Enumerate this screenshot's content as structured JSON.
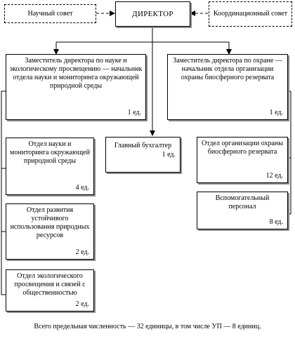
{
  "diagram": {
    "director": "ДИРЕКТОР",
    "scientific_council": "Научный совет",
    "coordination_council": "Координационный совет",
    "deputy_science": {
      "title": "Заместитель директора по науке и экологическому просвещению — начальник отдела науки и мониторинга окружающей природной среды",
      "count": "1 ед."
    },
    "deputy_protection": {
      "title": "Заместитель директора по охране — начальник отдела организации охраны биосферного резервата",
      "count": "1 ед."
    },
    "chief_accountant": {
      "title": "Главный бухгалтер",
      "count": "1 ед."
    },
    "dept_science": {
      "title": "Отдел науки и мониторинга окружающей природной среды",
      "count": "4 ед."
    },
    "dept_sustainable": {
      "title": "Отдел развития устойчивого использования природных ресурсов",
      "count": "2 ед."
    },
    "dept_education": {
      "title": "Отдел экологического просвещения и связей с общественностью",
      "count": "2 ед."
    },
    "dept_protection": {
      "title": "Отдел организации охраны биосферного резервата",
      "count": "12 ед."
    },
    "support_staff": {
      "title": "Вспомогательный персонал",
      "count": "8 ед."
    },
    "footer": "Всего предельная численность — 32 единицы, в том числе УП — 8 единиц."
  }
}
